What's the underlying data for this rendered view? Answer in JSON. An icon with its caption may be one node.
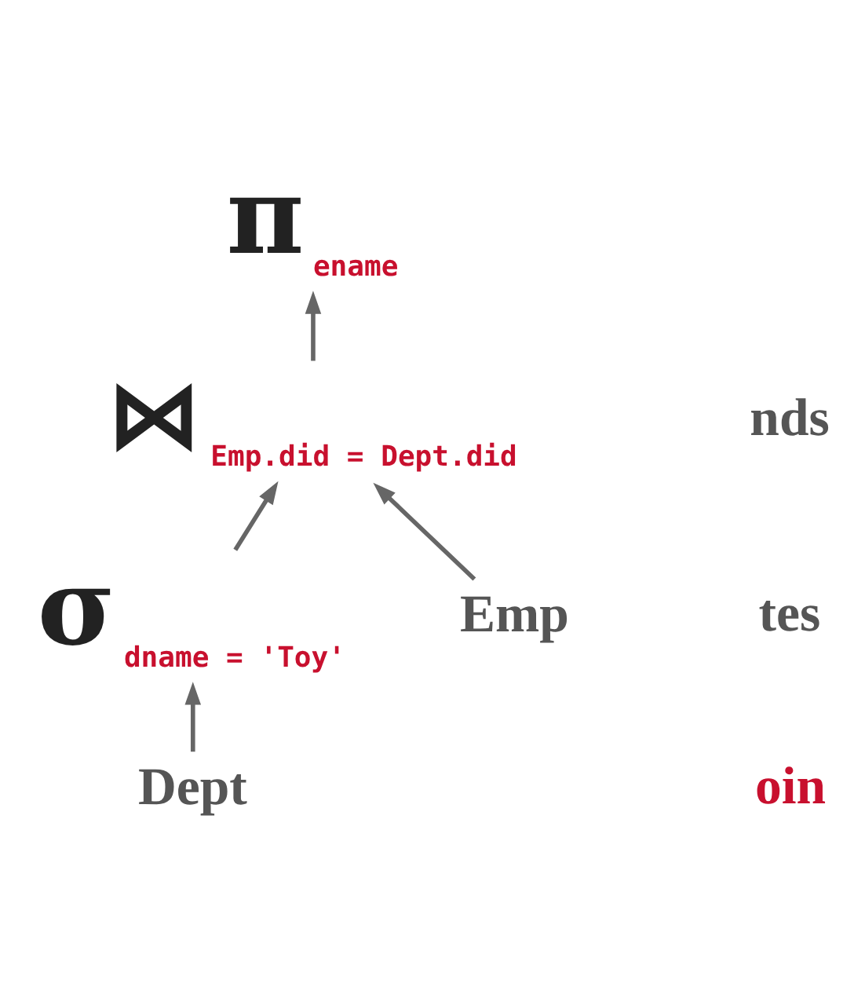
{
  "diagram": {
    "nodes": [
      {
        "text": [
          "π"
        ],
        "beside": [
          "ename"
        ]
      },
      {
        "text": [
          "⋈"
        ],
        "beside": [
          "Emp.did = Dept.did"
        ]
      },
      {
        "text": [
          "σ"
        ],
        "beside": [
          "dname = 'Toy'"
        ]
      },
      {
        "text": [
          "Emp"
        ]
      },
      {
        "text": [
          "Dept"
        ]
      }
    ],
    "edges": [
      {
        "from": 1,
        "to": 0,
        "arrow": "to"
      },
      {
        "from": 2,
        "to": 1,
        "arrow": "to"
      },
      {
        "from": 3,
        "to": 1,
        "arrow": "to"
      },
      {
        "from": 4,
        "to": 2,
        "arrow": "to"
      }
    ],
    "labels": [
      "nds",
      "tes",
      "oin"
    ]
  }
}
